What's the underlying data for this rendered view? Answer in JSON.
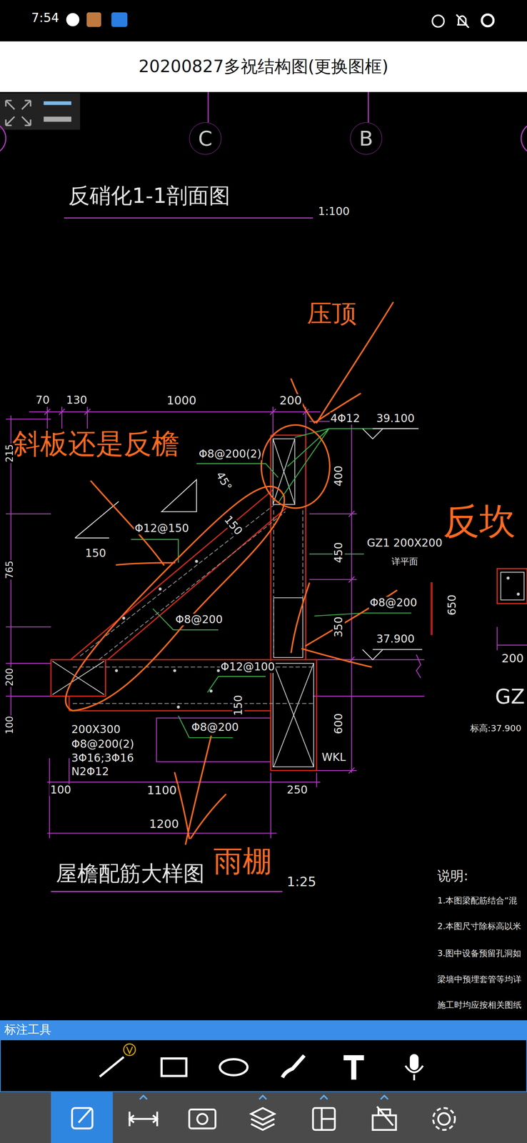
{
  "diagram": {
    "nodes": [
      {
        "text": [
          "20200827多祝结构图(更换图框)"
        ]
      },
      {
        "text": [
          "C"
        ]
      },
      {
        "text": [
          "B"
        ]
      },
      {
        "text": [
          "标注工具"
        ]
      }
    ],
    "labels": [
      "7:54",
      "反硝化1-1剖面图",
      "1:100",
      "压顶",
      "70",
      "130",
      "1000",
      "200",
      "4Φ12",
      "39.100",
      "斜板还是反檐",
      "Φ8@200(2)",
      "45°",
      "400",
      "Φ12@150",
      "150",
      "150",
      "GZ1 200X200",
      "详平面",
      "反坎",
      "450",
      "Φ8@200",
      "650",
      "Φ8@200",
      "350",
      "37.900",
      "Φ12@100",
      "200",
      "150",
      "600",
      "200X300",
      "Φ8@200(2)",
      "3Φ16;3Φ16",
      "N2Φ12",
      "Φ8@200",
      "WKL",
      "100",
      "1100",
      "250",
      "1200",
      "屋檐配筋大样图",
      "雨棚",
      "1:25",
      "GZ",
      "标高:37.900",
      "说明:",
      "1.本图梁配筋结合“混",
      "2.本图尺寸除标高以米",
      "3.图中设备预留孔洞如",
      "梁墙中预埋套管等均详",
      "施工时均应按相关图纸",
      "215",
      "765",
      "200",
      "100"
    ]
  }
}
